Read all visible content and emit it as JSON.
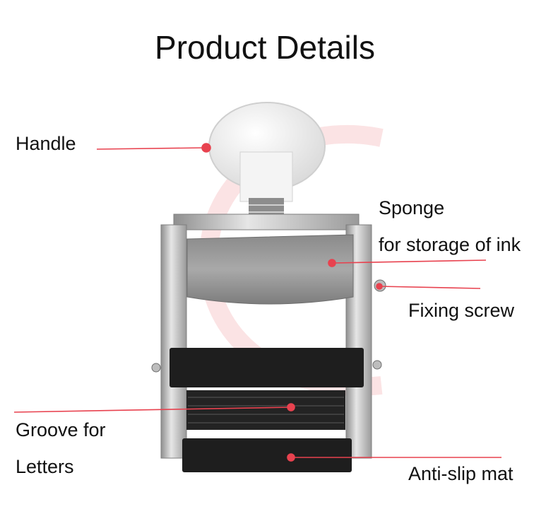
{
  "title": "Product Details",
  "labels": {
    "handle": "Handle",
    "sponge_line1": "Sponge",
    "sponge_line2": "for storage of ink",
    "fixing_screw": "Fixing screw",
    "groove_line1": "Groove for",
    "groove_line2": "Letters",
    "anti_slip": "Anti-slip mat"
  },
  "colors": {
    "callout": "#e8424f",
    "text": "#111111",
    "metal": "#c4c4c4",
    "rubber": "#1e1e1e",
    "knob": "#f2f2f2"
  }
}
